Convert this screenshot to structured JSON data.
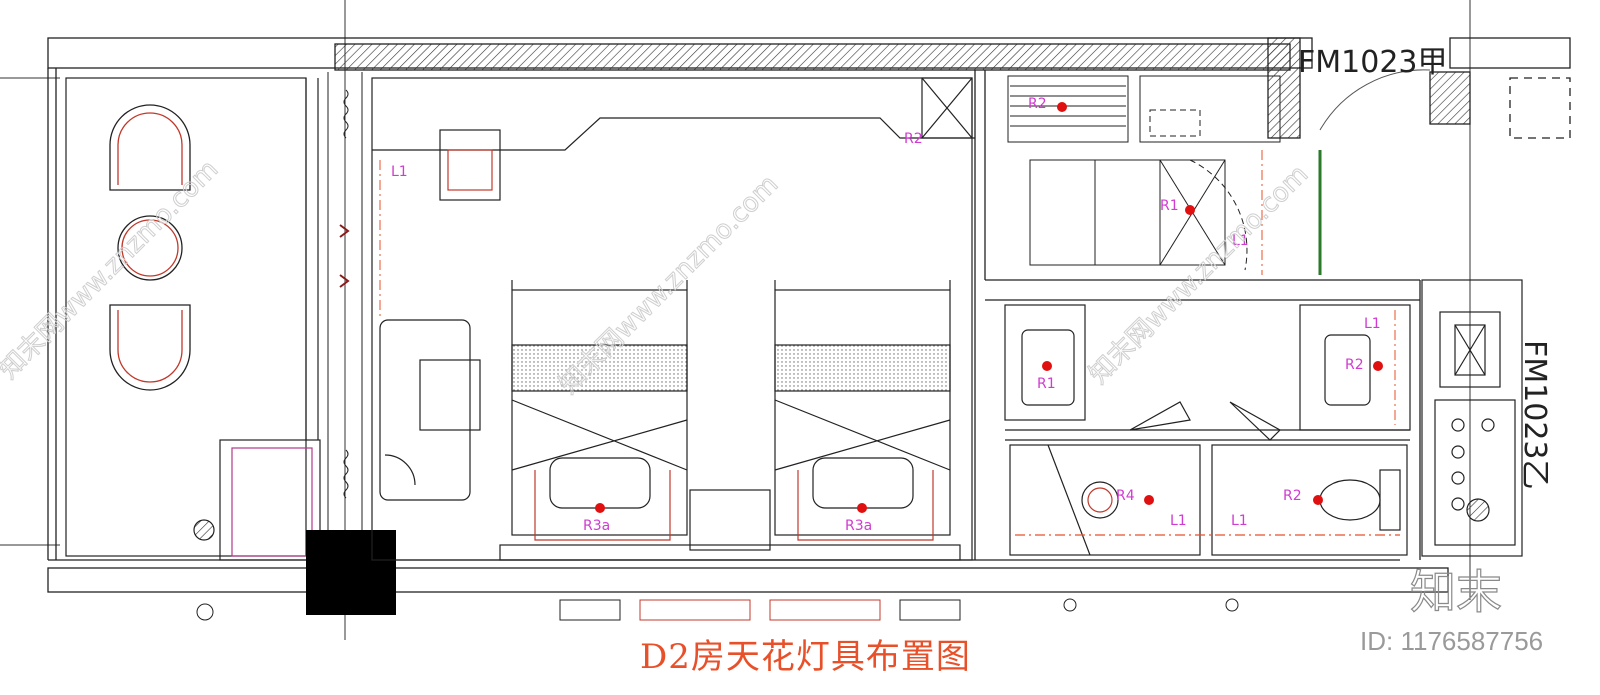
{
  "drawing": {
    "title": "D2房天花灯具布置图",
    "id_label": "ID: 1176587756",
    "logo_text": "知末",
    "watermark": "知末网www.znzmo.com",
    "door_tags": [
      "FM1023甲",
      "FM1023乙"
    ]
  },
  "fixtures": [
    {
      "label": "L1"
    },
    {
      "label": "R2"
    },
    {
      "label": "R2"
    },
    {
      "label": "R1"
    },
    {
      "label": "L1"
    },
    {
      "label": "R1"
    },
    {
      "label": "L1"
    },
    {
      "label": "R2"
    },
    {
      "label": "R4"
    },
    {
      "label": "L1"
    },
    {
      "label": "L1"
    },
    {
      "label": "R2"
    },
    {
      "label": "R3a"
    },
    {
      "label": "R3a"
    }
  ],
  "colors": {
    "line": "#222222",
    "fixture_label": "#d23bd2",
    "light_dot": "#e01010",
    "title": "#e8502a",
    "furniture_outline": "#c0392b",
    "id_text": "#9a9a9a"
  }
}
